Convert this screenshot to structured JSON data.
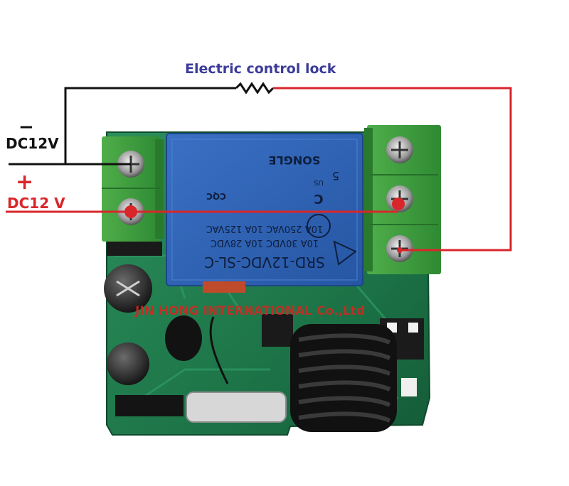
{
  "diagram": {
    "title": "Electric control lock",
    "negative": {
      "sign": "−",
      "label": "DC12V"
    },
    "positive": {
      "sign": "+",
      "label": "DC12 V"
    }
  },
  "relay": {
    "model": "SRD-12VDC-SL-C",
    "rating_1": "10A 30VDC  10A 28VDC",
    "rating_2": "10A 250VAC  10A 125VAC",
    "brand": "SONGLE",
    "cert_c": "C",
    "cert_us": "US",
    "number": "5",
    "cqc": "CQC"
  },
  "watermark": "JIN HONG INTERNATIONAL Co.,Ltd",
  "colors": {
    "title": "#3b3b9a",
    "wire_positive": "#d9262b",
    "wire_negative": "#111111",
    "board": "#1f7a4d",
    "terminal": "#3f9b3f",
    "relay": "#2f62b4",
    "watermark": "#d7261f"
  }
}
